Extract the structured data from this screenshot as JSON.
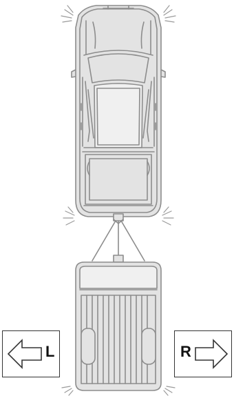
{
  "indicators": {
    "left_label": "L",
    "right_label": "R"
  },
  "colors": {
    "outline": "#8c8c8c",
    "body_fill": "#e3e3e3",
    "dark_outline": "#333333",
    "flash": "#9a9a9a"
  },
  "icons": {
    "left_arrow": "arrow-left-outline",
    "right_arrow": "arrow-right-outline"
  }
}
